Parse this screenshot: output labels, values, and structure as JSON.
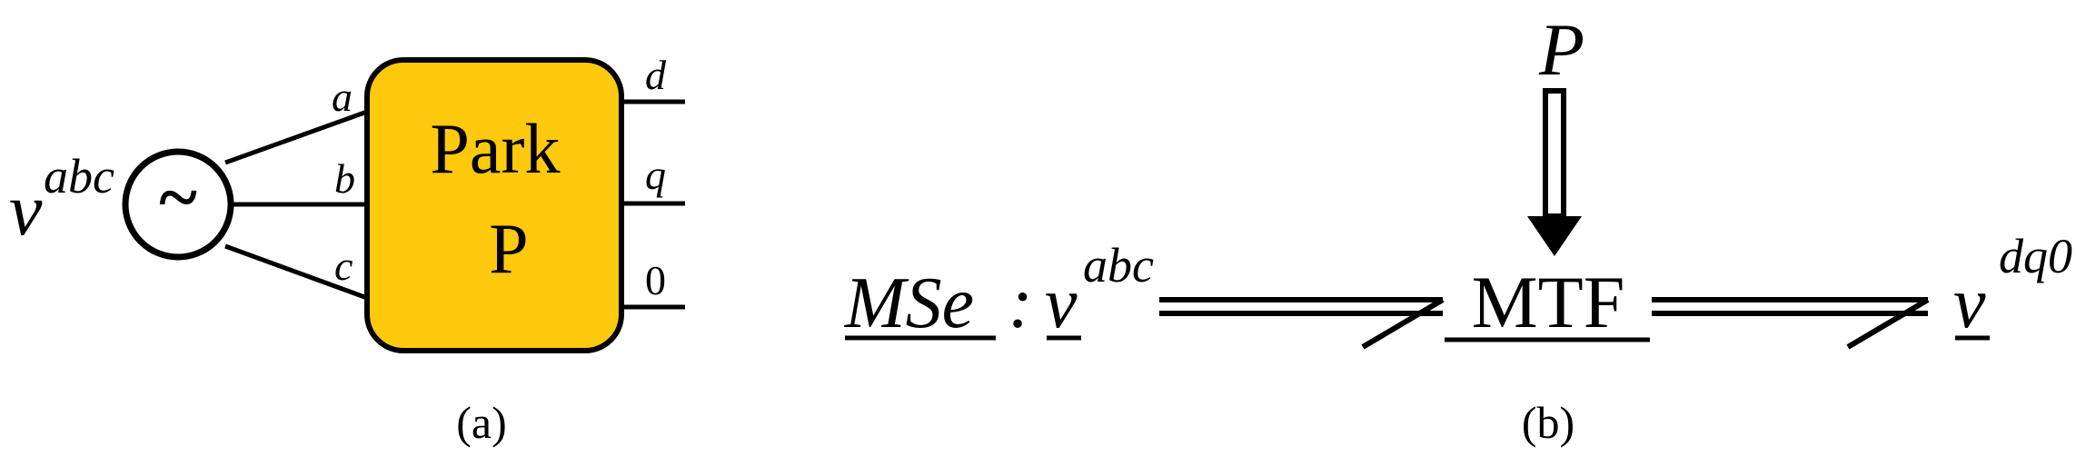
{
  "panel_a": {
    "source_label": "v",
    "source_superscript": "abc",
    "source_symbol": "~",
    "input_labels": {
      "a": "a",
      "b": "b",
      "c": "c"
    },
    "output_labels": {
      "d": "d",
      "q": "q",
      "zero": "0"
    },
    "block_title": "Park",
    "block_symbol": "P",
    "block_color": "#FFC90E",
    "caption": "(a)"
  },
  "panel_b": {
    "source_name": "MSe",
    "colon": ":",
    "source_var": "v",
    "source_superscript": "abc",
    "modulation_label": "P",
    "element_label": "MTF",
    "output_var": "v",
    "output_superscript": "dq0",
    "caption": "(b)"
  }
}
